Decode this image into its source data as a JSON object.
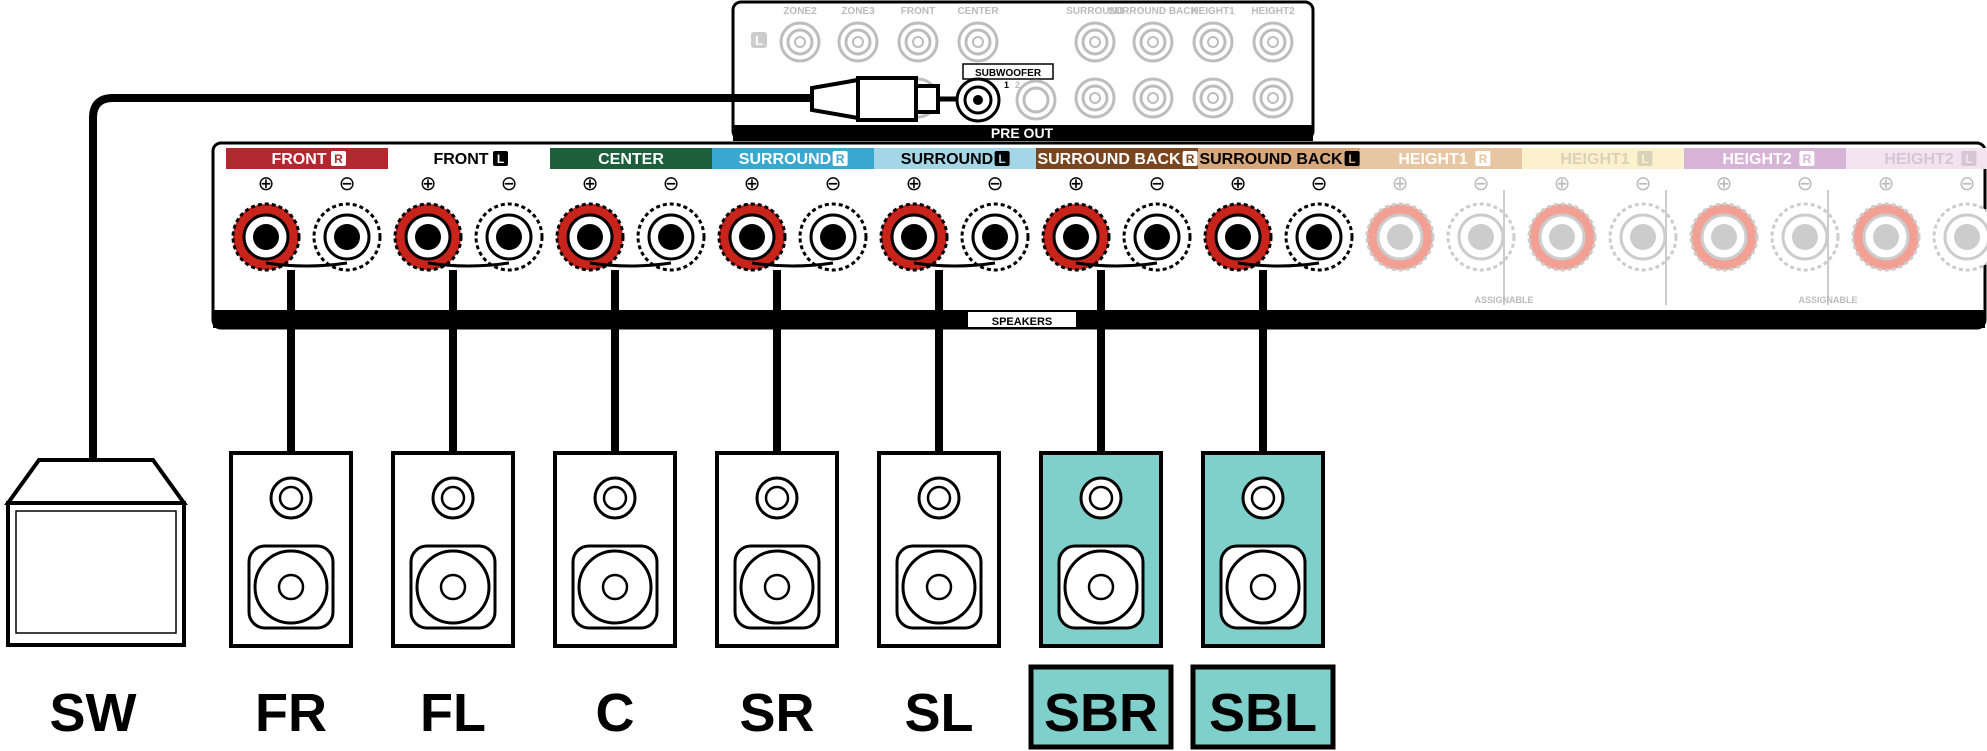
{
  "pre_out": {
    "title": "PRE OUT",
    "subwoofer_label": "SUBWOOFER",
    "sub_ports": [
      "1",
      "2"
    ],
    "side_marker": "L",
    "jack_labels": [
      "ZONE2",
      "ZONE3",
      "FRONT",
      "CENTER",
      "SURROUND",
      "SURROUND BACK",
      "HEIGHT1",
      "HEIGHT2"
    ]
  },
  "speakers_panel": {
    "label": "SPEAKERS",
    "assignable_label": "ASSIGNABLE",
    "plus_symbol": "⊕",
    "minus_symbol": "⊖",
    "terminals": [
      {
        "name": "FRONT",
        "side": "R",
        "color": "#b3272f",
        "text_color": "#ffffff",
        "connected": true
      },
      {
        "name": "FRONT",
        "side": "L",
        "color": "#ffffff",
        "text_color": "#000000",
        "connected": true
      },
      {
        "name": "CENTER",
        "side": "",
        "color": "#1d5e3b",
        "text_color": "#ffffff",
        "connected": true
      },
      {
        "name": "SURROUND",
        "side": "R",
        "color": "#3aa7cf",
        "text_color": "#ffffff",
        "connected": true
      },
      {
        "name": "SURROUND",
        "side": "L",
        "color": "#a4d6e8",
        "text_color": "#000000",
        "connected": true
      },
      {
        "name": "SURROUND BACK",
        "side": "R",
        "color": "#7a4521",
        "text_color": "#ffffff",
        "connected": true
      },
      {
        "name": "SURROUND BACK",
        "side": "L",
        "color": "#d8a87c",
        "text_color": "#000000",
        "connected": true
      },
      {
        "name": "HEIGHT1",
        "side": "R",
        "color": "#e7c7a3",
        "text_color": "#ffffff",
        "connected": false
      },
      {
        "name": "HEIGHT1",
        "side": "L",
        "color": "#fbf1cc",
        "text_color": "#d9d2b8",
        "connected": false
      },
      {
        "name": "HEIGHT2",
        "side": "R",
        "color": "#d7b3d8",
        "text_color": "#ffffff",
        "connected": false
      },
      {
        "name": "HEIGHT2",
        "side": "L",
        "color": "#f3e3f1",
        "text_color": "#d6c6d4",
        "connected": false
      }
    ]
  },
  "speakers": [
    {
      "label": "SW",
      "type": "subwoofer",
      "highlight": false
    },
    {
      "label": "FR",
      "type": "speaker",
      "highlight": false
    },
    {
      "label": "FL",
      "type": "speaker",
      "highlight": false
    },
    {
      "label": "C",
      "type": "speaker",
      "highlight": false
    },
    {
      "label": "SR",
      "type": "speaker",
      "highlight": false
    },
    {
      "label": "SL",
      "type": "speaker",
      "highlight": false
    },
    {
      "label": "SBR",
      "type": "speaker",
      "highlight": true
    },
    {
      "label": "SBL",
      "type": "speaker",
      "highlight": true
    }
  ],
  "colors": {
    "highlight_fill": "#7fcfcb",
    "red_terminal": "#c8241c",
    "faded_red_terminal": "#f1a093"
  }
}
